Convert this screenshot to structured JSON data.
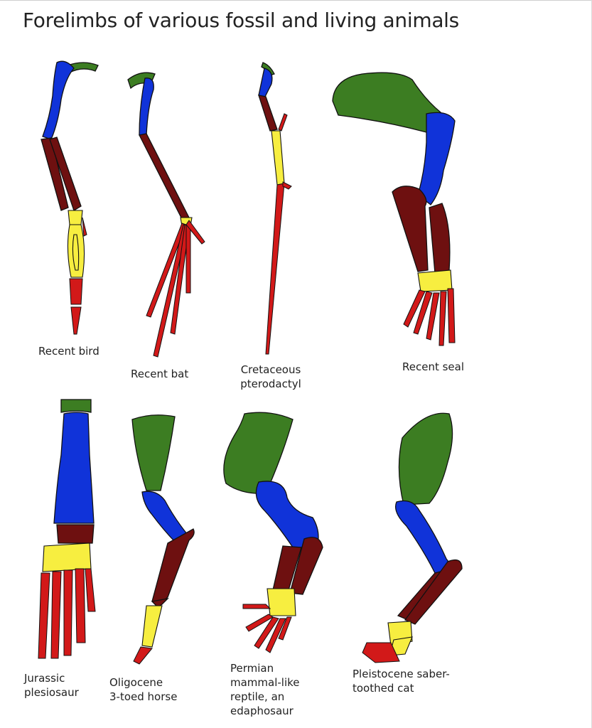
{
  "title": "Forelimbs of various fossil and living animals",
  "colors": {
    "scapula": "#3c7d22",
    "humerus": "#1033d9",
    "radius_ulna": "#6e1010",
    "carpals": "#f7ee40",
    "digits": "#d21919",
    "outline": "#111111"
  },
  "labels": {
    "bird": [
      "Recent bird"
    ],
    "bat": [
      "Recent bat"
    ],
    "pterodactyl": [
      "Cretaceous",
      "pterodactyl"
    ],
    "seal": [
      "Recent seal"
    ],
    "plesiosaur": [
      "Jurassic",
      "plesiosaur"
    ],
    "horse": [
      "Oligocene",
      "3-toed horse"
    ],
    "edaphosaur": [
      "Permian",
      "mammal-like",
      "reptile, an",
      "edaphosaur"
    ],
    "cat": [
      "Pleistocene saber-",
      "toothed cat"
    ]
  }
}
